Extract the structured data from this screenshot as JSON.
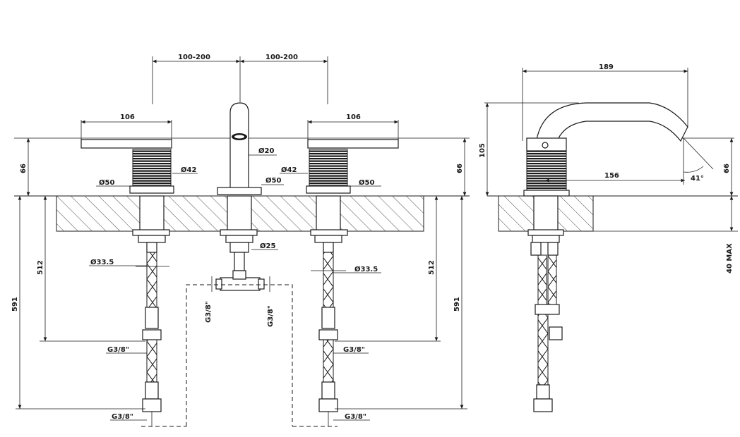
{
  "front_view": {
    "spacing_left": "100-200",
    "spacing_right": "100-200",
    "handle_left_width": "106",
    "handle_right_width": "106",
    "height_left": "66",
    "height_right": "66",
    "knob_left_dia": "Ø42",
    "knob_right_dia": "Ø42",
    "base_left_dia": "Ø50",
    "base_center_dia": "Ø50",
    "base_right_dia": "Ø50",
    "spout_dia": "Ø20",
    "center_shank_dia": "Ø25",
    "shank_left_dia": "Ø33.5",
    "shank_right_dia": "Ø33.5",
    "hose_left_length": "512",
    "hose_right_length": "512",
    "total_left_length": "591",
    "total_right_length": "591",
    "thread_left_mid": "G3/8\"",
    "thread_right_mid": "G3/8\"",
    "thread_left_bottom": "G3/8\"",
    "thread_right_bottom": "G3/8\"",
    "tee_thread_left": "G3/8\"",
    "tee_thread_right": "G3/8\""
  },
  "side_view": {
    "spout_reach": "189",
    "total_height": "105",
    "outlet_distance": "156",
    "outlet_angle": "41°",
    "height": "66",
    "max_deck_thickness": "40 MAX"
  }
}
